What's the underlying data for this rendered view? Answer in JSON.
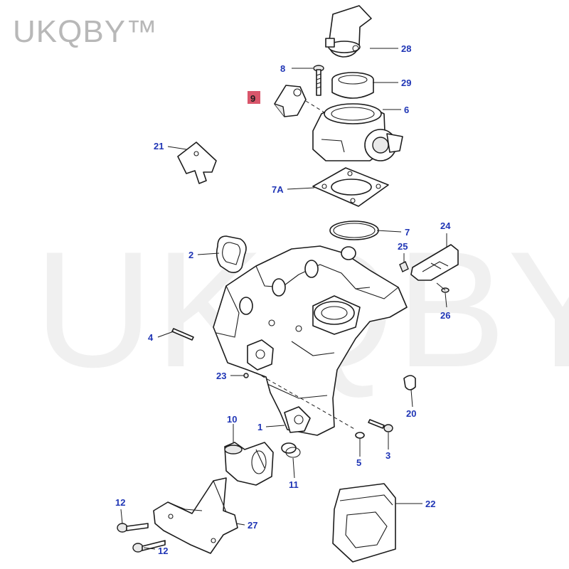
{
  "brand": {
    "text": "UKQBY™"
  },
  "watermark": {
    "text": "UKQBY™"
  },
  "colors": {
    "callout_text": "#1f35b5",
    "highlight_box": "#d9566b",
    "line": "#1c1c1c",
    "watermark": "#c8c8c8"
  },
  "callouts": [
    {
      "id": "28",
      "label": "28"
    },
    {
      "id": "8",
      "label": "8"
    },
    {
      "id": "29",
      "label": "29"
    },
    {
      "id": "9",
      "label": "9",
      "highlighted": true
    },
    {
      "id": "6",
      "label": "6"
    },
    {
      "id": "21",
      "label": "21"
    },
    {
      "id": "7A",
      "label": "7A"
    },
    {
      "id": "24",
      "label": "24"
    },
    {
      "id": "7",
      "label": "7"
    },
    {
      "id": "2",
      "label": "2"
    },
    {
      "id": "25",
      "label": "25"
    },
    {
      "id": "26",
      "label": "26"
    },
    {
      "id": "4",
      "label": "4"
    },
    {
      "id": "23",
      "label": "23"
    },
    {
      "id": "20",
      "label": "20"
    },
    {
      "id": "10",
      "label": "10"
    },
    {
      "id": "1",
      "label": "1"
    },
    {
      "id": "3",
      "label": "3"
    },
    {
      "id": "5",
      "label": "5"
    },
    {
      "id": "11",
      "label": "11"
    },
    {
      "id": "12a",
      "label": "12"
    },
    {
      "id": "22",
      "label": "22"
    },
    {
      "id": "27",
      "label": "27"
    },
    {
      "id": "12b",
      "label": "12"
    }
  ]
}
